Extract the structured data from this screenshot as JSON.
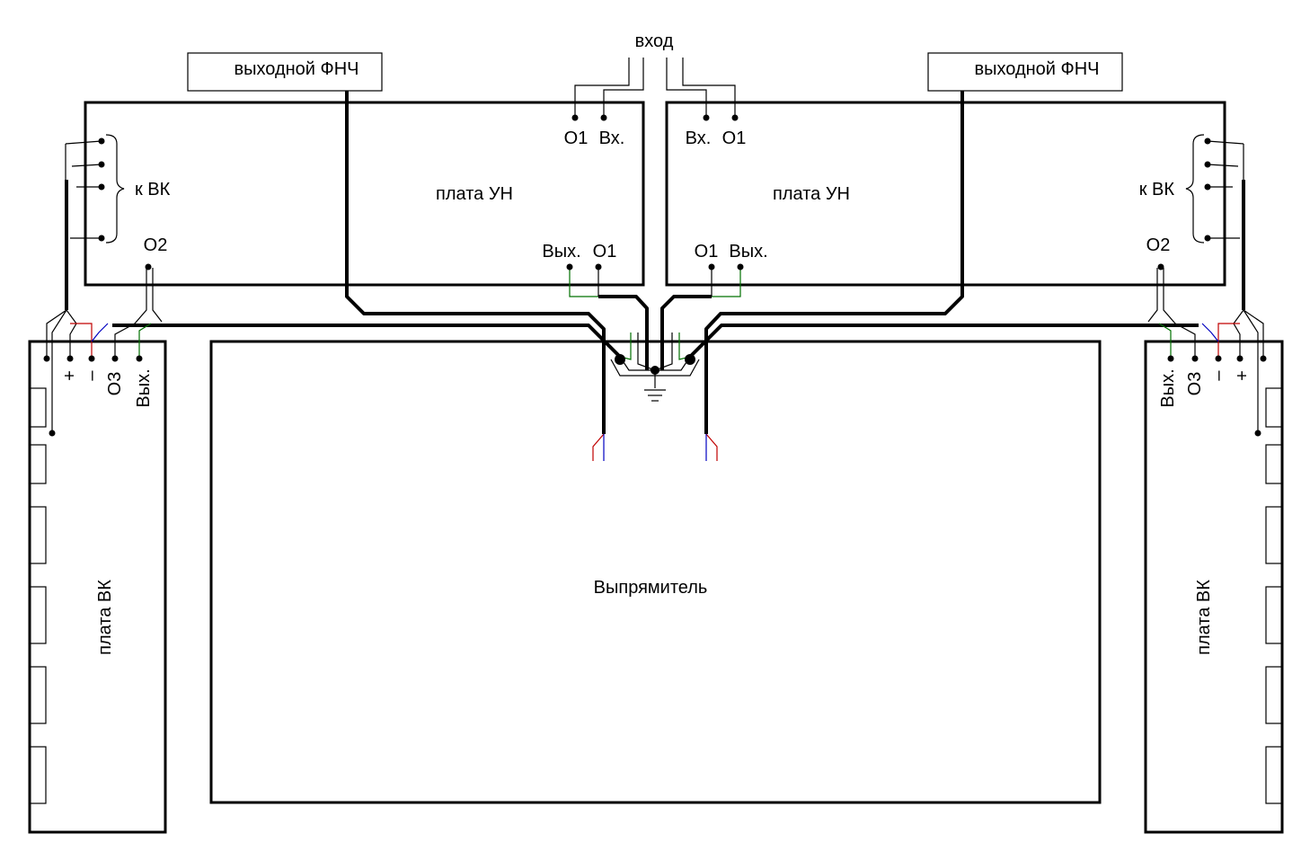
{
  "labels": {
    "input": "вход",
    "lpf_left": "выходной ФНЧ",
    "lpf_right": "выходной ФНЧ",
    "un_left_title": "плата УН",
    "un_right_title": "плата УН",
    "un_left_o1_top": "О1",
    "un_left_in": "Вх.",
    "un_right_in": "Вх.",
    "un_right_o1_top": "О1",
    "un_left_out": "Вых.",
    "un_left_o1_bottom": "О1",
    "un_right_o1_bottom": "О1",
    "un_right_out": "Вых.",
    "to_vk_left": "к ВК",
    "to_vk_right": "к ВК",
    "o2_left": "О2",
    "o2_right": "О2",
    "vk_left_plus": "+",
    "vk_left_minus": "–",
    "vk_left_o3": "О3",
    "vk_left_out": "Вых.",
    "vk_right_out": "Вых.",
    "vk_right_o3": "О3",
    "vk_right_minus": "–",
    "vk_right_plus": "+",
    "vk_left_title": "плата ВК",
    "vk_right_title": "плата ВК",
    "rectifier": "Выпрямитель"
  }
}
